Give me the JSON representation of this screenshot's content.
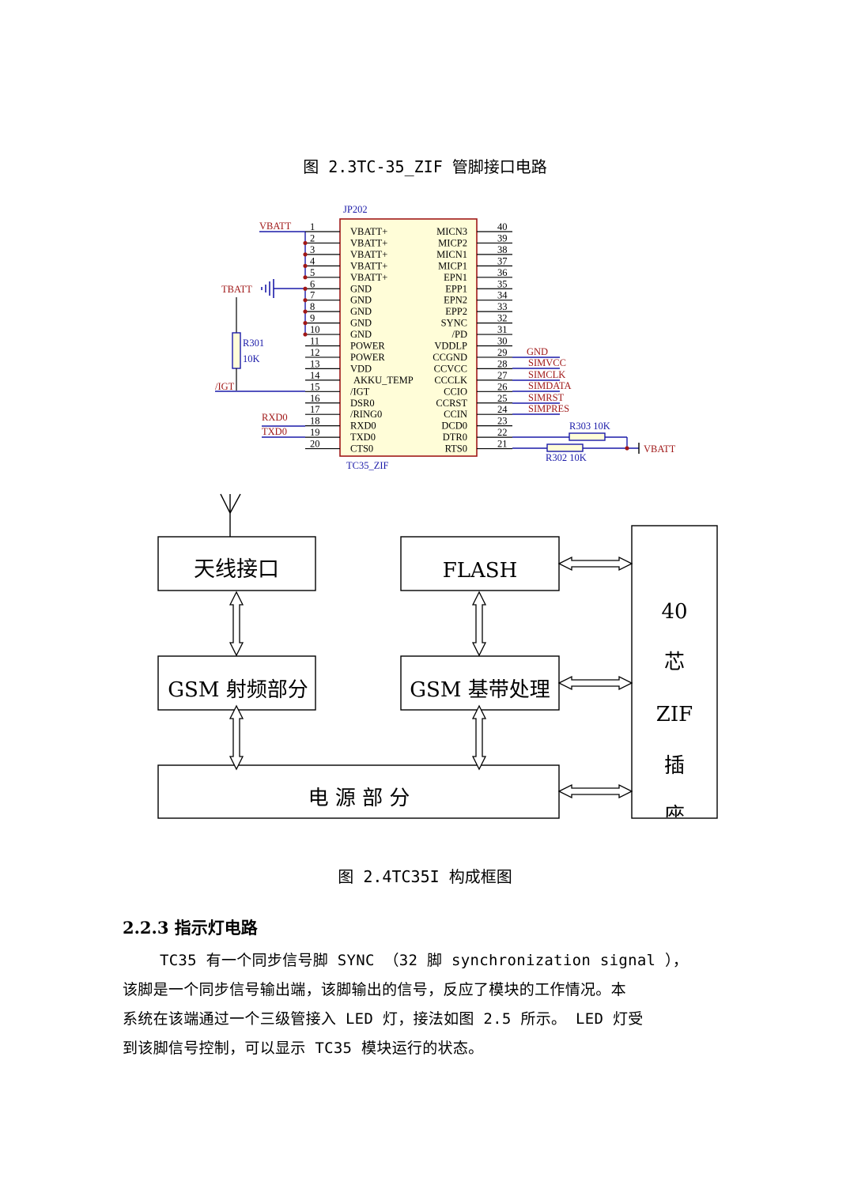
{
  "fig23_caption": "图 2.3TC-35_ZIF 管脚接口电路",
  "schematic": {
    "part_ref": "JP202",
    "part_name": "TC35_ZIF",
    "left_pins": [
      {
        "num": "1",
        "name": "VBATT+"
      },
      {
        "num": "2",
        "name": "VBATT+"
      },
      {
        "num": "3",
        "name": "VBATT+"
      },
      {
        "num": "4",
        "name": "VBATT+"
      },
      {
        "num": "5",
        "name": "VBATT+"
      },
      {
        "num": "6",
        "name": "GND"
      },
      {
        "num": "7",
        "name": "GND"
      },
      {
        "num": "8",
        "name": "GND"
      },
      {
        "num": "9",
        "name": "GND"
      },
      {
        "num": "10",
        "name": "GND"
      },
      {
        "num": "11",
        "name": "POWER"
      },
      {
        "num": "12",
        "name": "POWER"
      },
      {
        "num": "13",
        "name": "VDD"
      },
      {
        "num": "14",
        "name": "AKKU_TEMP"
      },
      {
        "num": "15",
        "name": "/IGT"
      },
      {
        "num": "16",
        "name": "DSR0"
      },
      {
        "num": "17",
        "name": "/RING0"
      },
      {
        "num": "18",
        "name": "RXD0"
      },
      {
        "num": "19",
        "name": "TXD0"
      },
      {
        "num": "20",
        "name": "CTS0"
      }
    ],
    "right_pins": [
      {
        "num": "40",
        "name": "MICN3"
      },
      {
        "num": "39",
        "name": "MICP2"
      },
      {
        "num": "38",
        "name": "MICN1"
      },
      {
        "num": "37",
        "name": "MICP1"
      },
      {
        "num": "36",
        "name": "EPN1"
      },
      {
        "num": "35",
        "name": "EPP1"
      },
      {
        "num": "34",
        "name": "EPN2"
      },
      {
        "num": "33",
        "name": "EPP2"
      },
      {
        "num": "32",
        "name": "SYNC"
      },
      {
        "num": "31",
        "name": "/PD"
      },
      {
        "num": "30",
        "name": "VDDLP"
      },
      {
        "num": "29",
        "name": "CCGND"
      },
      {
        "num": "28",
        "name": "CCVCC"
      },
      {
        "num": "27",
        "name": "CCCLK"
      },
      {
        "num": "26",
        "name": "CCIO"
      },
      {
        "num": "25",
        "name": "CCRST"
      },
      {
        "num": "24",
        "name": "CCIN"
      },
      {
        "num": "23",
        "name": "DCD0"
      },
      {
        "num": "22",
        "name": "DTR0"
      },
      {
        "num": "21",
        "name": "RTS0"
      }
    ],
    "net_labels": {
      "vbatt_left": "VBATT",
      "tbatt": "TBATT",
      "igt": "/IGT",
      "rxd0": "RXD0",
      "txd0": "TXD0",
      "gnd": "GND",
      "simvcc": "SIMVCC",
      "simclk": "SIMCLK",
      "simdata": "SIMDATA",
      "simrst": "SIMRST",
      "simpres": "SIMPRES",
      "vbatt_right": "VBATT"
    },
    "r301": {
      "ref": "R301",
      "value": "10K"
    },
    "r303": "R303 10K",
    "r302": "R302 10K",
    "colors": {
      "wire": "#1a1aa8",
      "label": "#a01818",
      "pin": "#000000"
    }
  },
  "block_diagram": {
    "antenna": "天线接口",
    "flash": "FLASH",
    "rf": "GSM 射频部分",
    "baseband": "GSM 基带处理",
    "power": "电 源 部 分",
    "zif_lines": [
      "40",
      "芯",
      "ZIF",
      "插",
      "座"
    ]
  },
  "fig24_caption": "图 2.4TC35I 构成框图",
  "section_heading": "2.2.3 指示灯电路",
  "paragraph_lines": [
    "    TC35 有一个同步信号脚 SYNC （32 脚 synchronization signal ），",
    "该脚是一个同步信号输出端，该脚输出的信号，反应了模块的工作情况。本",
    "系统在该端通过一个三级管接入 LED 灯，接法如图 2.5 所示。 LED 灯受",
    "到该脚信号控制，可以显示 TC35 模块运行的状态。"
  ]
}
